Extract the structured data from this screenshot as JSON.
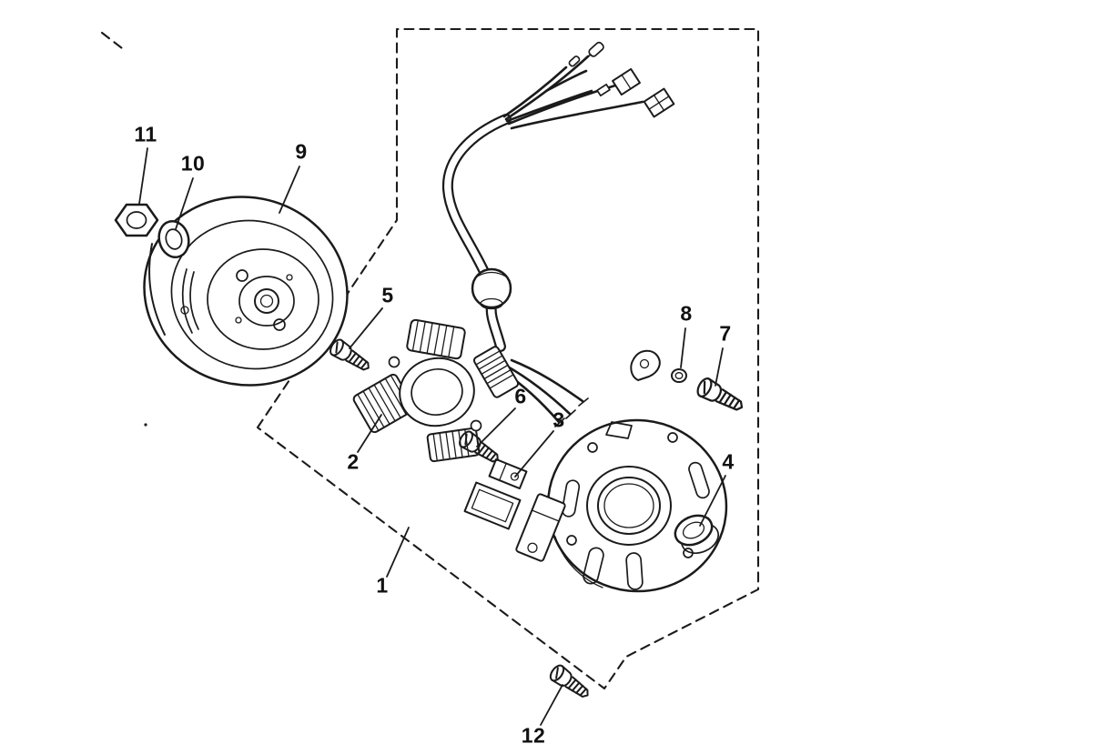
{
  "colors": {
    "background": "#ffffff",
    "ink": "#1b1b1b"
  },
  "diagram_type": "exploded-parts-diagram",
  "callouts": [
    {
      "label": "1"
    },
    {
      "label": "2"
    },
    {
      "label": "3"
    },
    {
      "label": "4"
    },
    {
      "label": "5"
    },
    {
      "label": "6"
    },
    {
      "label": "7"
    },
    {
      "label": "8"
    },
    {
      "label": "9"
    },
    {
      "label": "10"
    },
    {
      "label": "11"
    },
    {
      "label": "12"
    }
  ]
}
